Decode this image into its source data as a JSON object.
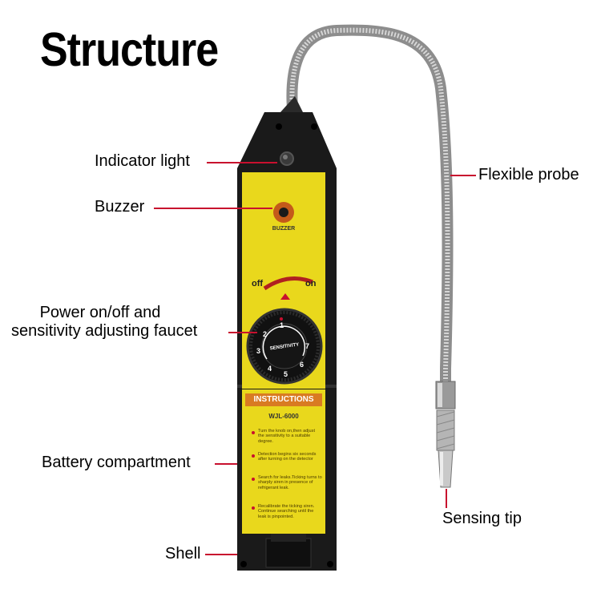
{
  "title": "Structure",
  "labels": {
    "indicator_light": "Indicator light",
    "buzzer": "Buzzer",
    "power_line1": "Power on/off and",
    "power_line2": "sensitivity adjusting faucet",
    "battery": "Battery compartment",
    "shell": "Shell",
    "flexible_probe": "Flexible probe",
    "sensing_tip": "Sensing tip"
  },
  "device": {
    "buzzer_label": "BUZZER",
    "off_label": "off",
    "on_label": "on",
    "knob_label": "SENSITIVITY",
    "dial_numbers": [
      "1",
      "2",
      "3",
      "4",
      "5",
      "6",
      "7"
    ],
    "instructions_title": "INSTRUCTIONS",
    "model": "WJL-6000",
    "steps": [
      "Turn the knob on,then adjust the sensitivity to a suitable degree.",
      "Detection begins six seconds after turning on the detector",
      "Search for leaks.Ticking turns to sharply siren in presence of refrigerant leak.",
      "Recalibrate the ticking siren. Continue searching until the leak is pinpointed."
    ]
  },
  "colors": {
    "leader": "#c8102e",
    "panel_yellow": "#e9d81c",
    "body_black": "#1a1a1a",
    "instructions_header": "#d97b22"
  }
}
